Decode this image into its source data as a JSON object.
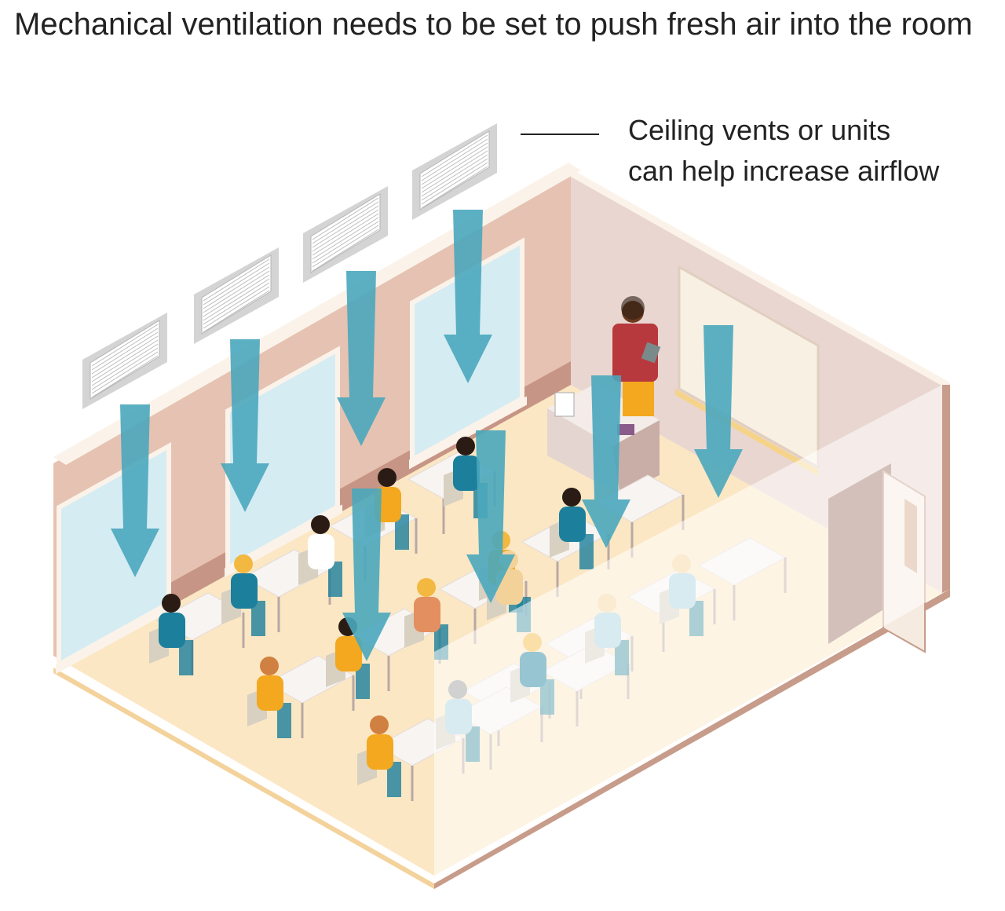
{
  "title": "Mechanical ventilation needs to be set to push fresh air into the room",
  "callout": {
    "line1": "Ceiling vents or units",
    "line2": "can help increase airflow"
  },
  "colors": {
    "arrow": "#4aa7bd",
    "floor": "#fbe7c4",
    "left_wall": "#e6c2b2",
    "right_wall": "#e9d6d0",
    "vent": "#d9d9d9",
    "window": "#d6ecf3",
    "teal_shirt": "#1c7f9c",
    "orange_shirt": "#f3a81f",
    "coral_shirt": "#e38f5f",
    "teacher_jacket": "#b8393d",
    "teacher_skirt": "#f3a81f"
  },
  "icons": [
    "ceiling-vent",
    "airflow-arrow",
    "student",
    "teacher",
    "desk",
    "whiteboard",
    "door",
    "window"
  ]
}
